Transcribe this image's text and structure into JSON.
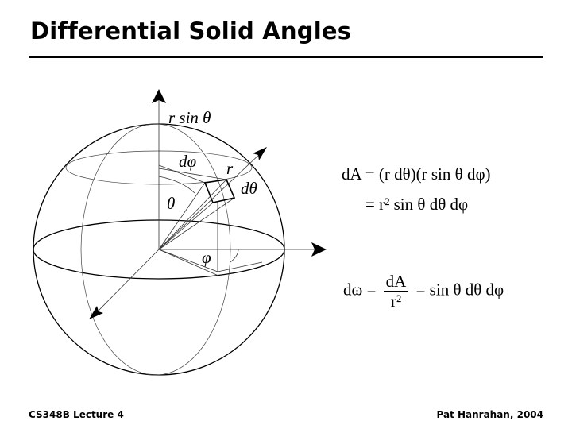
{
  "slide": {
    "title": "Differential Solid Angles",
    "footer_left": "CS348B Lecture 4",
    "footer_right": "Pat Hanrahan, 2004"
  },
  "diagram": {
    "labels": {
      "r_sin_theta": "r sin θ",
      "d_phi": "dφ",
      "r": "r",
      "d_theta": "dθ",
      "theta": "θ",
      "phi": "φ"
    }
  },
  "equations": {
    "dA_line1": "dA = (r dθ)(r sin θ dφ)",
    "dA_line2": "= r² sin θ dθ dφ",
    "domega_lhs": "dω =",
    "domega_num": "dA",
    "domega_den": "r²",
    "domega_rhs": "= sin θ dθ dφ"
  }
}
